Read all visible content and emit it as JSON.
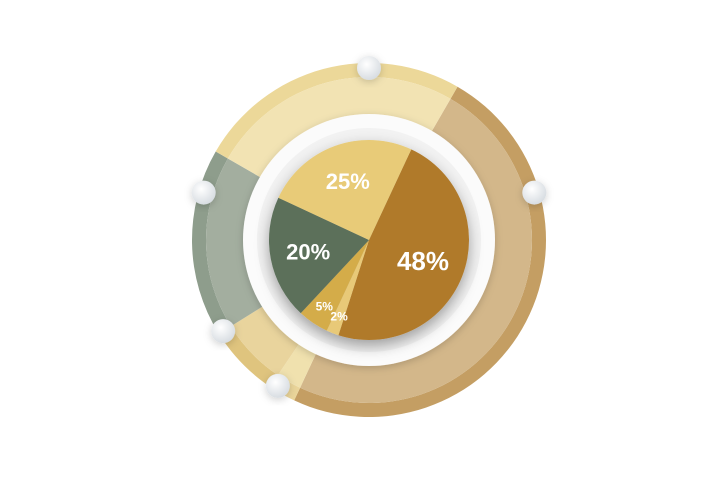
{
  "chart_data": {
    "type": "pie",
    "title": "",
    "slices": [
      {
        "label": "48%",
        "value": 48,
        "color": "#b07a2b"
      },
      {
        "label": "2%",
        "value": 2,
        "color": "#e8c978"
      },
      {
        "label": "5%",
        "value": 5,
        "color": "#d4ac4a"
      },
      {
        "label": "20%",
        "value": 20,
        "color": "#5b705a"
      },
      {
        "label": "25%",
        "value": 25,
        "color": "#e8cb78"
      }
    ],
    "outer_ring": [
      {
        "start": 30,
        "end": 205,
        "inner": "#d3b78a",
        "outer": "#c49e63"
      },
      {
        "start": 205,
        "end": 214,
        "inner": "#f0e1ae",
        "outer": "#ead59a"
      },
      {
        "start": 214,
        "end": 238,
        "inner": "#e9d49d",
        "outer": "#dfc47e"
      },
      {
        "start": 238,
        "end": 300,
        "inner": "#a3ae9f",
        "outer": "#8e9d8c"
      },
      {
        "start": 300,
        "end": 390,
        "inner": "#f2e3b3",
        "outer": "#ecd899"
      }
    ],
    "markers": [
      0,
      74,
      212,
      238,
      286
    ]
  }
}
